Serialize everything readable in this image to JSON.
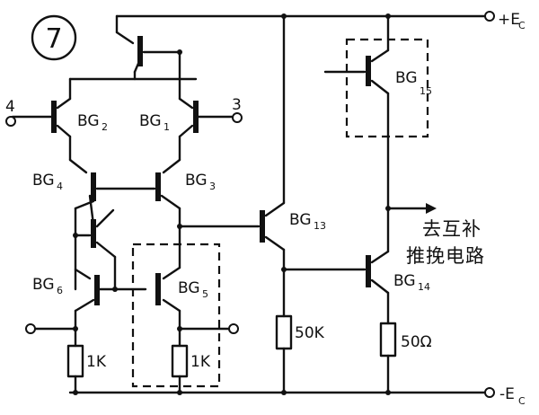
{
  "figure_number": "7",
  "supply": {
    "positive": "+E",
    "negative": "-E",
    "subscript": "C"
  },
  "inputs": {
    "inverting": "4",
    "noninverting": "3"
  },
  "transistors": {
    "bg1": {
      "name": "BG",
      "sub": "1"
    },
    "bg2": {
      "name": "BG",
      "sub": "2"
    },
    "bg3": {
      "name": "BG",
      "sub": "3"
    },
    "bg4": {
      "name": "BG",
      "sub": "4"
    },
    "bg5": {
      "name": "BG",
      "sub": "5"
    },
    "bg6": {
      "name": "BG",
      "sub": "6"
    },
    "bg13": {
      "name": "BG",
      "sub": "13"
    },
    "bg14": {
      "name": "BG",
      "sub": "14"
    },
    "bg15": {
      "name": "BG",
      "sub": "15"
    }
  },
  "resistors": {
    "r1": "1K",
    "r2": "1K",
    "r3": "50K",
    "r4": "50Ω"
  },
  "output_note": {
    "line1": "去互补",
    "line2": "推挽电路"
  }
}
